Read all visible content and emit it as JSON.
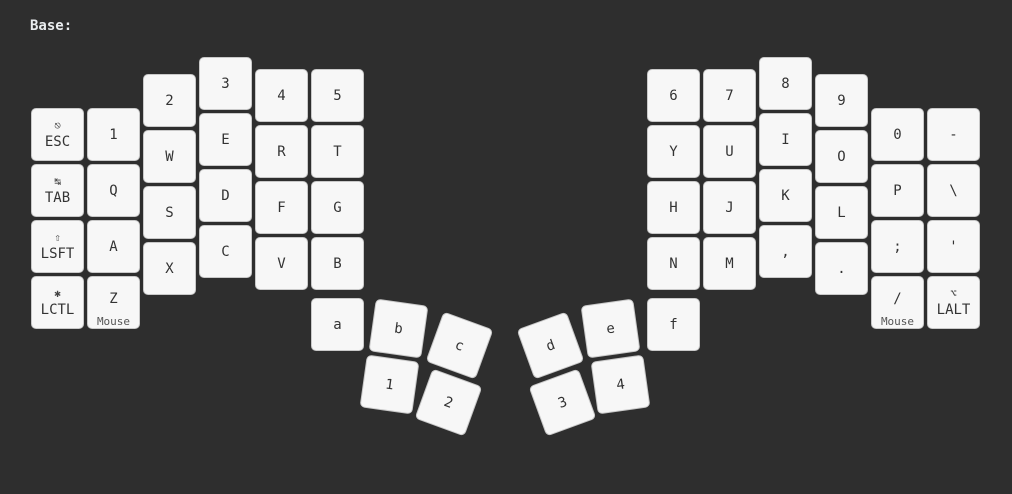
{
  "layer_title": "Base:",
  "keys": [
    {
      "id": "L1",
      "tap": "ESC",
      "sym": "⎋"
    },
    {
      "id": "L2",
      "tap": "1"
    },
    {
      "id": "L3",
      "tap": "2"
    },
    {
      "id": "L4",
      "tap": "3"
    },
    {
      "id": "L5",
      "tap": "4"
    },
    {
      "id": "L6",
      "tap": "5"
    },
    {
      "id": "L7",
      "tap": "TAB",
      "sym": "↹"
    },
    {
      "id": "L8",
      "tap": "Q"
    },
    {
      "id": "L9",
      "tap": "W"
    },
    {
      "id": "L10",
      "tap": "E"
    },
    {
      "id": "L11",
      "tap": "R"
    },
    {
      "id": "L12",
      "tap": "T"
    },
    {
      "id": "L13",
      "tap": "LSFT",
      "sym": "⇧"
    },
    {
      "id": "L14",
      "tap": "A"
    },
    {
      "id": "L15",
      "tap": "S"
    },
    {
      "id": "L16",
      "tap": "D"
    },
    {
      "id": "L17",
      "tap": "F"
    },
    {
      "id": "L18",
      "tap": "G"
    },
    {
      "id": "L19",
      "tap": "LCTL",
      "sym": "✱"
    },
    {
      "id": "L20",
      "tap": "Z",
      "hold": "Mouse"
    },
    {
      "id": "L21",
      "tap": "X"
    },
    {
      "id": "L22",
      "tap": "C"
    },
    {
      "id": "L23",
      "tap": "V"
    },
    {
      "id": "L24",
      "tap": "B"
    },
    {
      "id": "LT1",
      "tap": "a"
    },
    {
      "id": "LT2",
      "tap": "b"
    },
    {
      "id": "LT3",
      "tap": "c"
    },
    {
      "id": "LT4",
      "tap": "1"
    },
    {
      "id": "LT5",
      "tap": "2"
    },
    {
      "id": "R1",
      "tap": "6"
    },
    {
      "id": "R2",
      "tap": "7"
    },
    {
      "id": "R3",
      "tap": "8"
    },
    {
      "id": "R4",
      "tap": "9"
    },
    {
      "id": "R5",
      "tap": "0"
    },
    {
      "id": "R6",
      "tap": "-"
    },
    {
      "id": "R7",
      "tap": "Y"
    },
    {
      "id": "R8",
      "tap": "U"
    },
    {
      "id": "R9",
      "tap": "I"
    },
    {
      "id": "R10",
      "tap": "O"
    },
    {
      "id": "R11",
      "tap": "P"
    },
    {
      "id": "R12",
      "tap": "\\"
    },
    {
      "id": "R13",
      "tap": "H"
    },
    {
      "id": "R14",
      "tap": "J"
    },
    {
      "id": "R15",
      "tap": "K"
    },
    {
      "id": "R16",
      "tap": "L"
    },
    {
      "id": "R17",
      "tap": ";"
    },
    {
      "id": "R18",
      "tap": "'"
    },
    {
      "id": "R19",
      "tap": "N"
    },
    {
      "id": "R20",
      "tap": "M"
    },
    {
      "id": "R21",
      "tap": ","
    },
    {
      "id": "R22",
      "tap": "."
    },
    {
      "id": "R23",
      "tap": "/",
      "hold": "Mouse"
    },
    {
      "id": "R24",
      "tap": "LALT",
      "sym": "⌥"
    },
    {
      "id": "RT1",
      "tap": "d"
    },
    {
      "id": "RT2",
      "tap": "e"
    },
    {
      "id": "RT3",
      "tap": "f"
    },
    {
      "id": "RT4",
      "tap": "3"
    },
    {
      "id": "RT5",
      "tap": "4"
    }
  ]
}
